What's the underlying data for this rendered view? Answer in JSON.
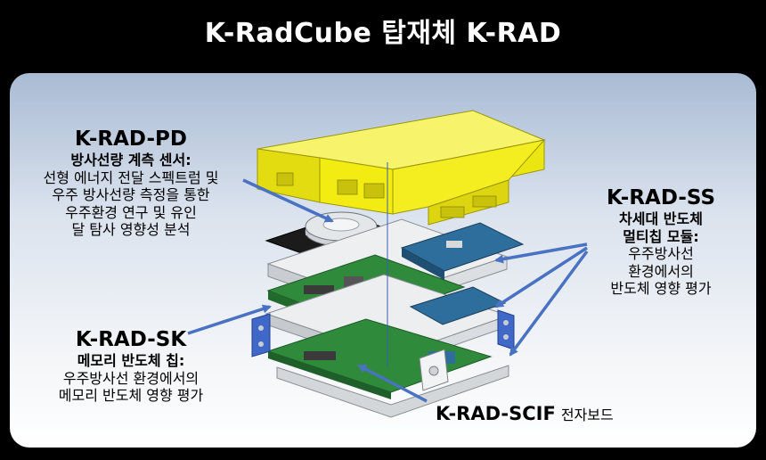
{
  "title": "K-RadCube 탑재체 K-RAD",
  "labels": {
    "pd": {
      "name": "K-RAD-PD",
      "subtitle": "방사선량 계측 센서:",
      "desc": [
        "선형 에너지 전달 스펙트럼 및",
        "우주 방사선량 측정을 통한",
        "우주환경 연구 및 유인",
        "달 탐사 영향성 분석"
      ]
    },
    "ss": {
      "name": "K-RAD-SS",
      "subtitle": [
        "차세대 반도체",
        "멀티칩 모듈:"
      ],
      "desc": [
        "우주방사선",
        "환경에서의",
        "반도체 영향 평가"
      ]
    },
    "sk": {
      "name": "K-RAD-SK",
      "subtitle": "메모리 반도체 칩:",
      "desc": [
        "우주방사선 환경에서의",
        "메모리 반도체 영향 평가"
      ]
    },
    "scif": {
      "name": "K-RAD-SCIF",
      "desc": "전자보드"
    }
  },
  "colors": {
    "background": "#000000",
    "panel_top": "#a9bbd4",
    "arrow": "#4a72c2",
    "lid": "#f2ec12",
    "pcb_green": "#2f8a3c",
    "pcb_blue": "#2e6e9c",
    "bracket": "#3f68c8"
  }
}
